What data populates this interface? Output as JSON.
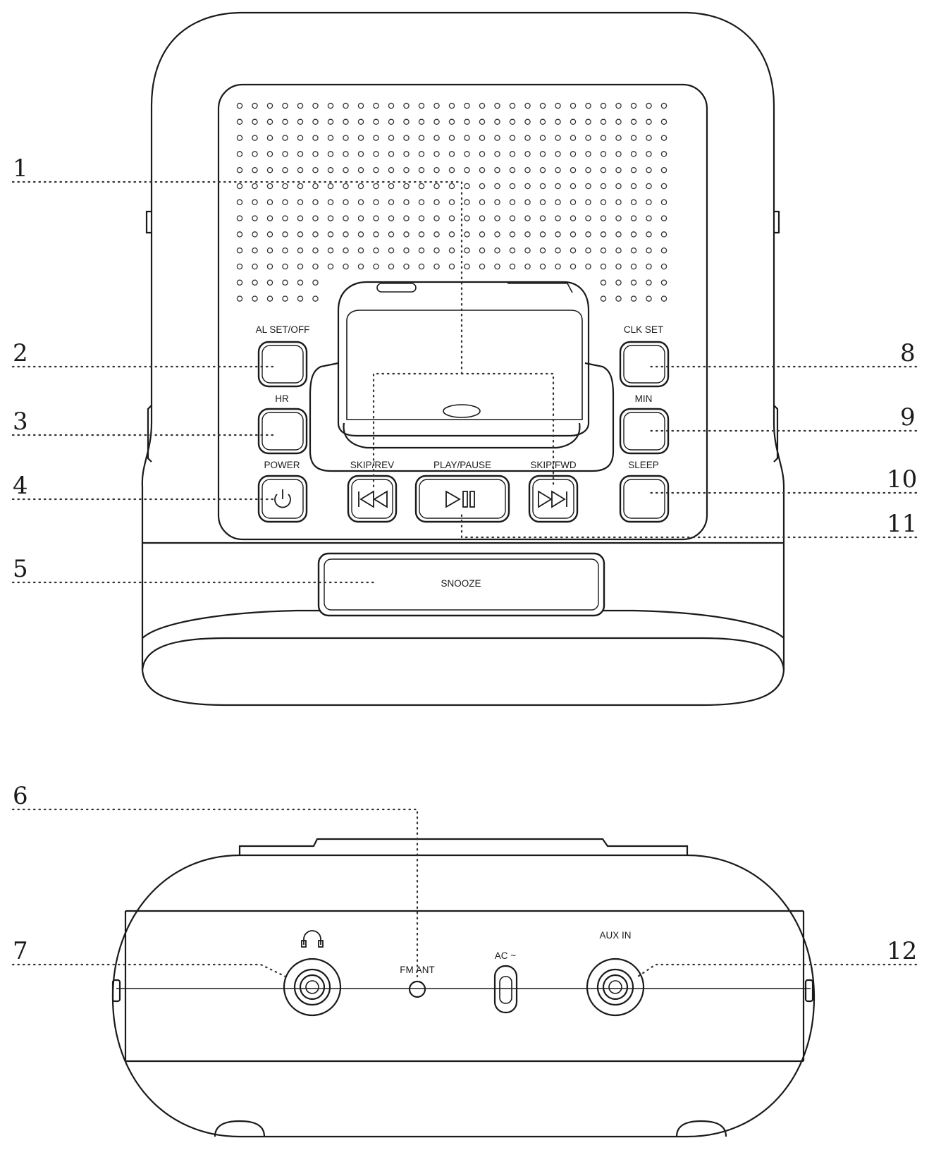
{
  "front_view": {
    "buttons": {
      "al_set_off": "AL SET/OFF",
      "hr": "HR",
      "power": "POWER",
      "skip_rev": "SKIP/REV",
      "play_pause": "PLAY/PAUSE",
      "skip_fwd": "SKIP/FWD",
      "clk_set": "CLK SET",
      "min": "MIN",
      "sleep": "SLEEP",
      "snooze": "SNOOZE"
    }
  },
  "rear_view": {
    "labels": {
      "fm_ant": "FM ANT",
      "ac": "AC ~",
      "aux_in": "AUX IN"
    },
    "headphone_symbol": "headphone-icon"
  },
  "callouts": [
    "1",
    "2",
    "3",
    "4",
    "5",
    "6",
    "7",
    "8",
    "9",
    "10",
    "11",
    "12"
  ]
}
